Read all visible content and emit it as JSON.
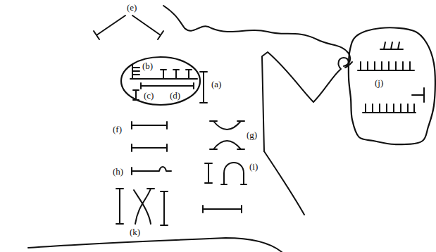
{
  "diagram": {
    "nodes": [
      {
        "text": [
          "(b)",
          "(c)",
          "(d)"
        ]
      },
      {
        "text": [
          "(j)"
        ]
      }
    ],
    "labels": [
      "(e)",
      "(a)",
      "(f)",
      "(g)",
      "(h)",
      "(i)",
      "(k)"
    ]
  }
}
